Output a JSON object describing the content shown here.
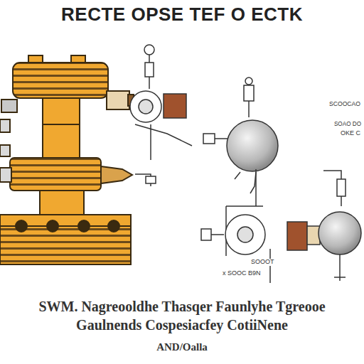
{
  "diagram": {
    "title": "RECTE OPSE TEF O ECTK",
    "labels": [
      "SCOOCAO",
      "SOAO DO",
      "OKE C",
      "SOOOT",
      "x SOOC B9N",
      "SWM. Nagreooldhe Thasqer Faunlyhe Tgreooe",
      "Gaulnends Cospesiacfey CotiiNene",
      "AND/Oalla"
    ]
  }
}
